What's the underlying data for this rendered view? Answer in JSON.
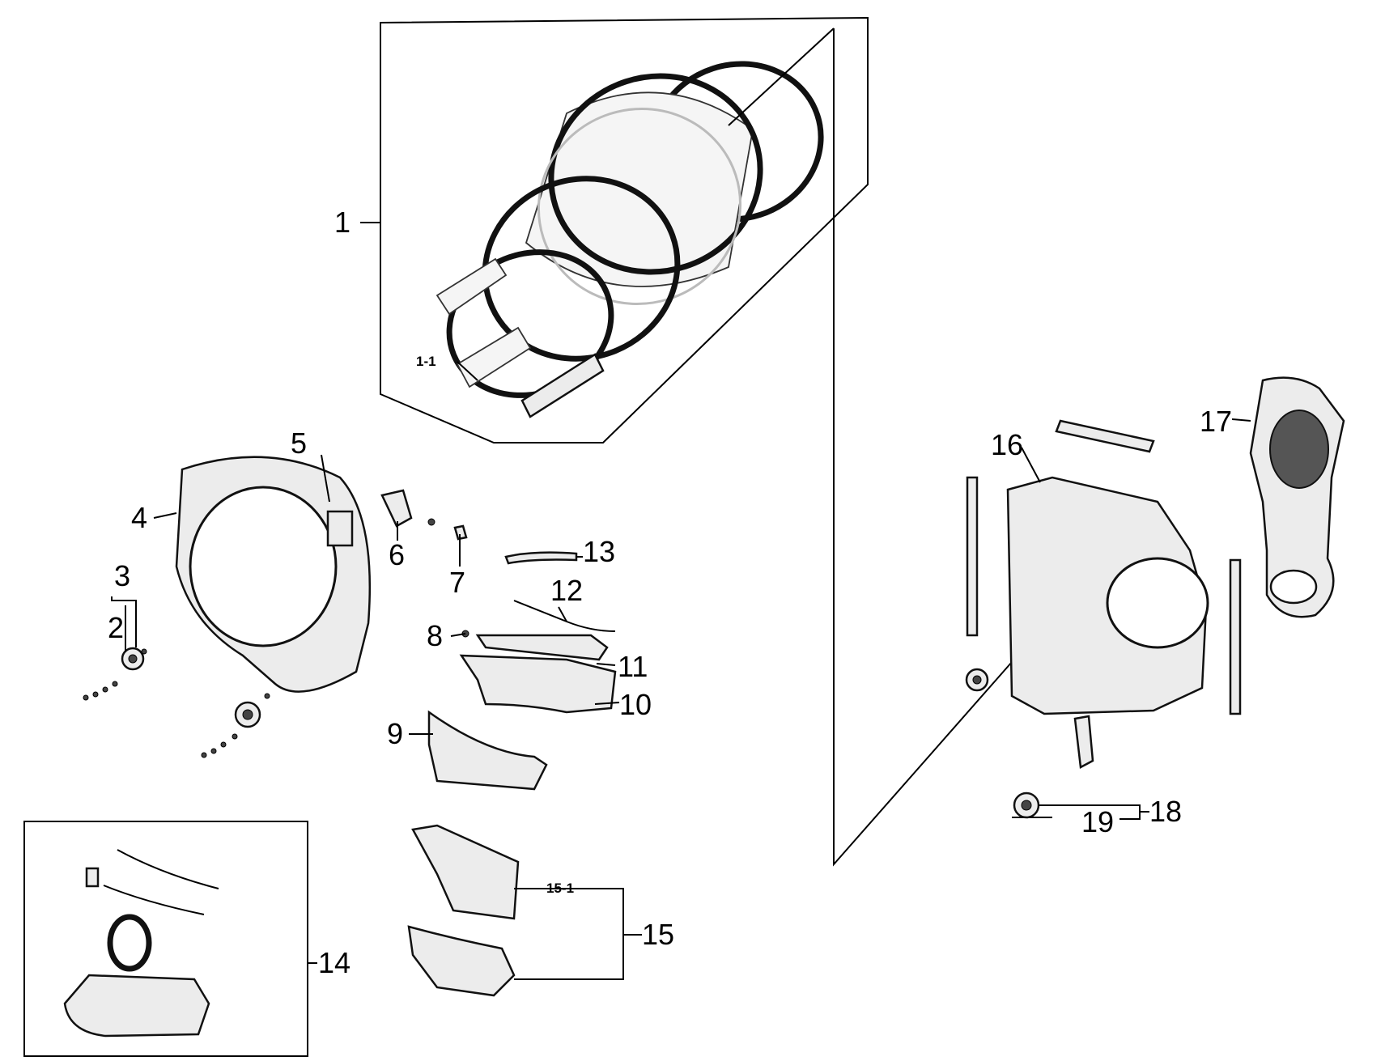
{
  "labels": {
    "p1": "1",
    "p1_1": "1-1",
    "p2": "2",
    "p3": "3",
    "p4": "4",
    "p5": "5",
    "p6": "6",
    "p7": "7",
    "p8": "8",
    "p9": "9",
    "p10": "10",
    "p11": "11",
    "p12": "12",
    "p13": "13",
    "p14": "14",
    "p15": "15",
    "p15_1": "15-1",
    "p16": "16",
    "p17": "17",
    "p18": "18",
    "p19": "19"
  }
}
